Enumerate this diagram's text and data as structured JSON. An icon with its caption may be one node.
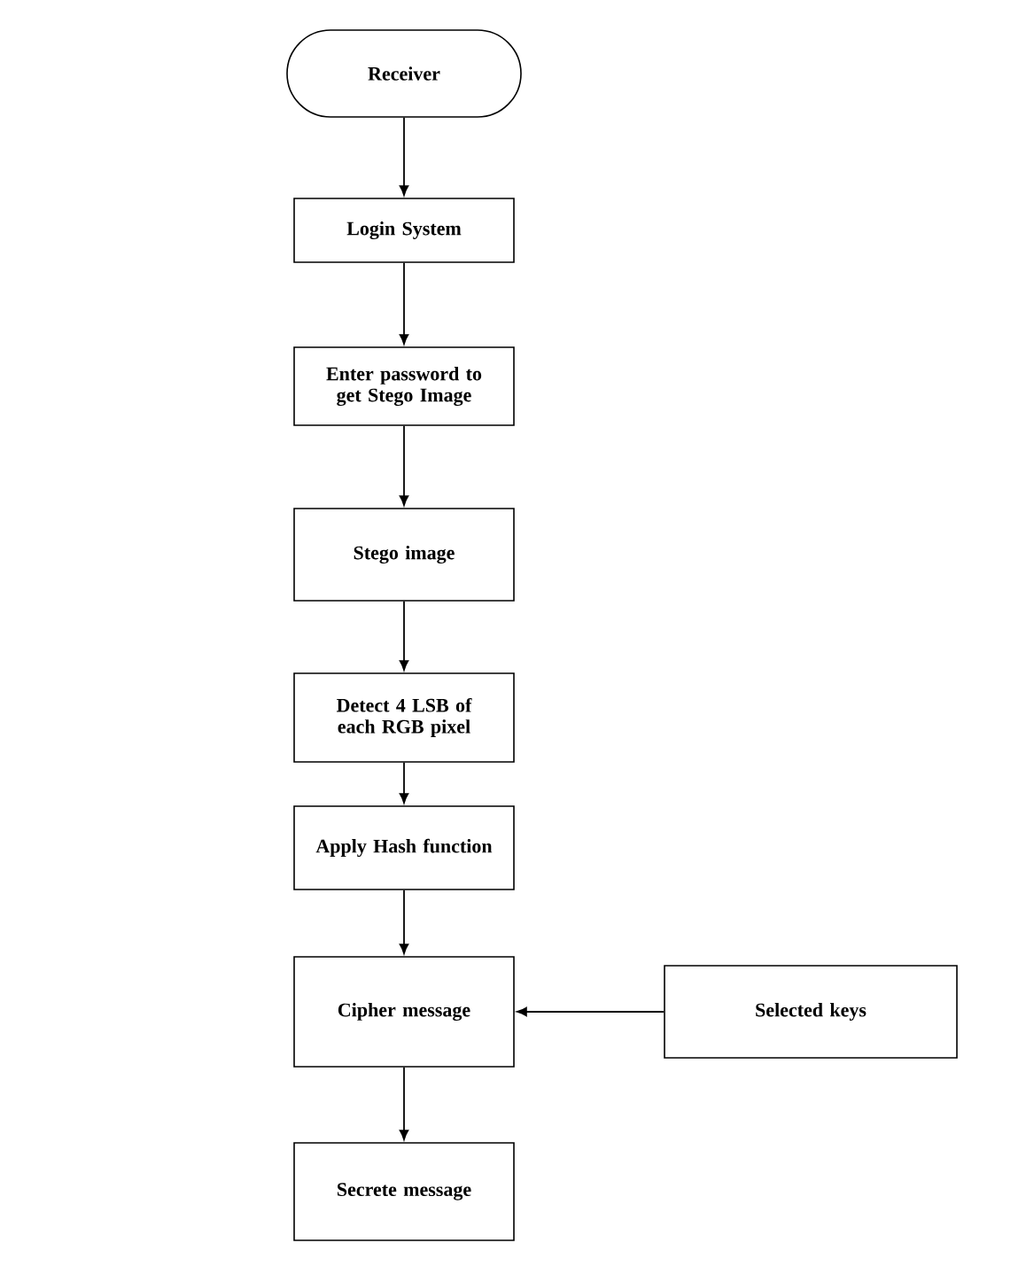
{
  "diagram": {
    "nodes": [
      {
        "text": [
          "Receiver"
        ]
      },
      {
        "text": [
          "Login System"
        ]
      },
      {
        "text": [
          "Enter password to get Stego Image"
        ]
      },
      {
        "text": [
          "Stego image"
        ]
      },
      {
        "text": [
          "Detect 4 LSB of each RGB pixel"
        ]
      },
      {
        "text": [
          "Apply Hash function"
        ]
      },
      {
        "text": [
          "Cipher message"
        ]
      },
      {
        "text": [
          "Selected keys"
        ]
      },
      {
        "text": [
          "Secrete message"
        ]
      }
    ],
    "edges": [
      {
        "from": 0,
        "to": 1,
        "arrow": "to"
      },
      {
        "from": 1,
        "to": 2,
        "arrow": "to"
      },
      {
        "from": 2,
        "to": 3,
        "arrow": "to"
      },
      {
        "from": 3,
        "to": 4,
        "arrow": "to"
      },
      {
        "from": 4,
        "to": 5,
        "arrow": "to"
      },
      {
        "from": 5,
        "to": 6,
        "arrow": "to"
      },
      {
        "from": 7,
        "to": 6,
        "arrow": "to"
      },
      {
        "from": 6,
        "to": 8,
        "arrow": "to"
      }
    ]
  }
}
